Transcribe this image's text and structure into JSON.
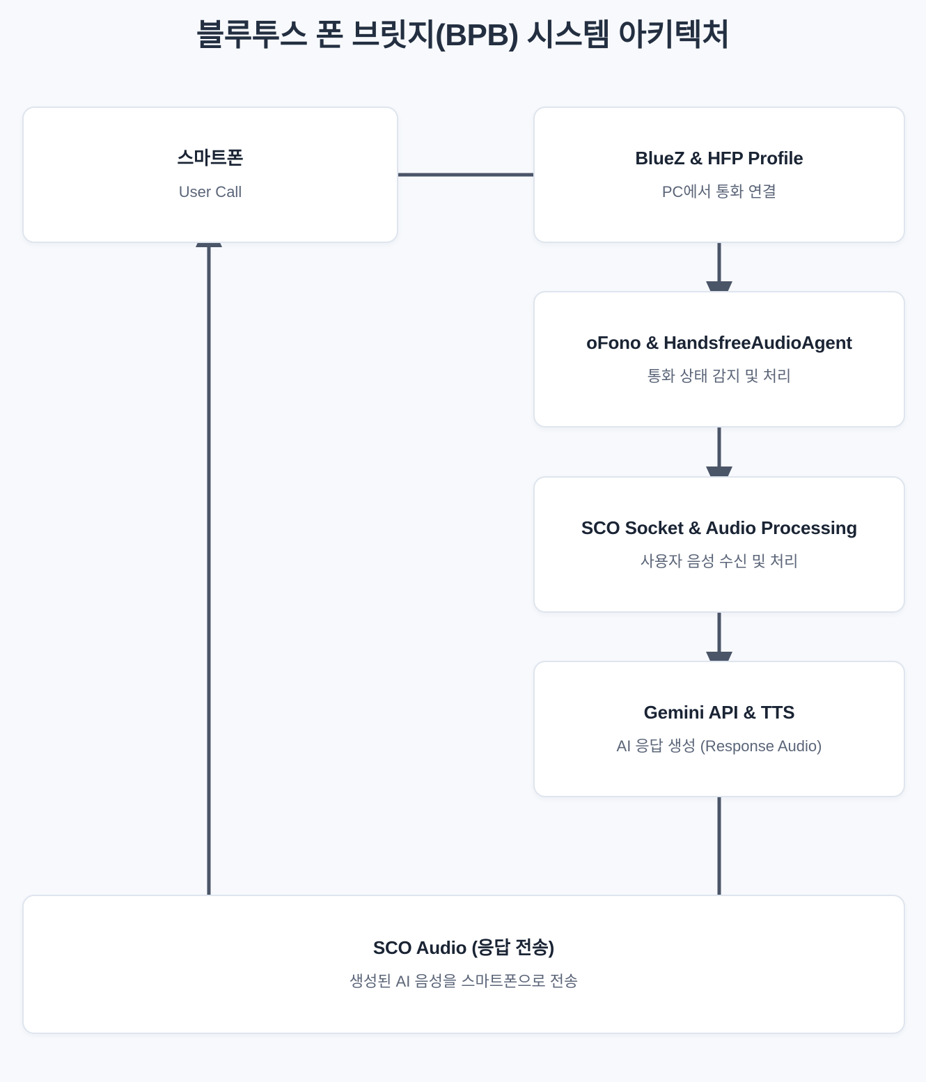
{
  "title": "블루투스 폰 브릿지(BPB) 시스템 아키텍처",
  "theme": {
    "background": "#f7f9fc",
    "node_fill": "#ffffff",
    "node_border": "#dfe5ee",
    "title_color": "#232f41",
    "node_title_color": "#1a2434",
    "node_subtitle_color": "#5b6578",
    "edge_color": "#4b5568"
  },
  "nodes": [
    {
      "id": "smartphone",
      "title": "스마트폰",
      "subtitle": "User Call"
    },
    {
      "id": "bluez",
      "title": "BlueZ & HFP Profile",
      "subtitle": "PC에서 통화 연결"
    },
    {
      "id": "ofono",
      "title": "oFono & HandsfreeAudioAgent",
      "subtitle": "통화 상태 감지 및 처리"
    },
    {
      "id": "sco_socket",
      "title": "SCO Socket & Audio Processing",
      "subtitle": "사용자 음성 수신 및 처리"
    },
    {
      "id": "gemini",
      "title": "Gemini API & TTS",
      "subtitle": "AI 응답 생성 (Response Audio)"
    },
    {
      "id": "sco_audio",
      "title": "SCO Audio (응답 전송)",
      "subtitle": "생성된 AI 음성을 스마트폰으로 전송"
    }
  ],
  "edges": [
    {
      "from": "smartphone",
      "to": "bluez",
      "direction": "right"
    },
    {
      "from": "bluez",
      "to": "ofono",
      "direction": "down"
    },
    {
      "from": "ofono",
      "to": "sco_socket",
      "direction": "down"
    },
    {
      "from": "sco_socket",
      "to": "gemini",
      "direction": "down"
    },
    {
      "from": "gemini",
      "to": "sco_audio",
      "direction": "down"
    },
    {
      "from": "sco_audio",
      "to": "smartphone",
      "direction": "up"
    }
  ]
}
